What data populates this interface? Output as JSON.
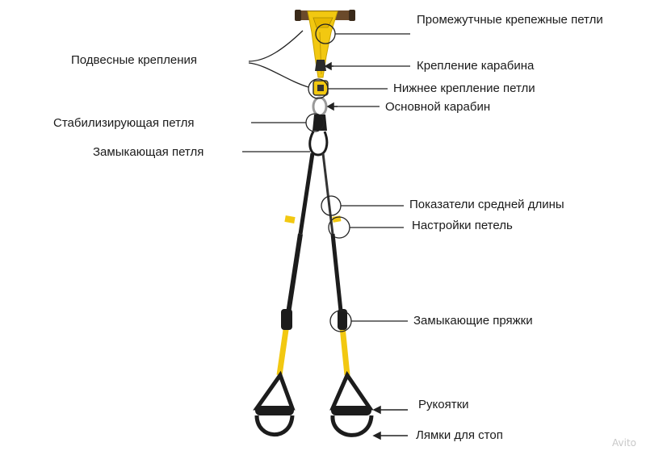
{
  "labels": {
    "intermediate_loops": "Промежутчные крепежные петли",
    "suspension_mounts": "Подвесные крепления",
    "carabiner_mount": "Крепление карабина",
    "lower_loop_mount": "Нижнее крепление петли",
    "main_carabiner": "Основной карабин",
    "stabilizing_loop": "Стабилизирующая петля",
    "locking_loop": "Замыкающая петля",
    "mid_length_indicators": "Показатели средней длины",
    "loop_adjustments": "Настройки петель",
    "locking_buckles": "Замыкающие пряжки",
    "handles": "Рукоятки",
    "foot_straps": "Лямки для стоп"
  },
  "watermark": "Avito",
  "colors": {
    "strap_yellow": "#f2c811",
    "strap_black": "#1c1c1c",
    "line": "#222222"
  }
}
